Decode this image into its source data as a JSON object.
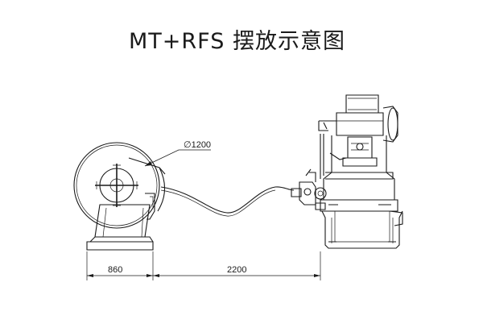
{
  "diagram": {
    "title": "MT+RFS 摆放示意图",
    "labels": {
      "reel_diameter": "∅1200",
      "reel_width": "860",
      "gap_distance": "2200"
    }
  }
}
